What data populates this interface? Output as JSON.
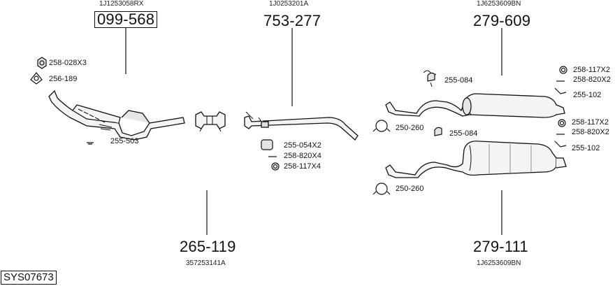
{
  "system_code": "SYS07673",
  "parts": [
    {
      "oem": "1J1253058RX",
      "number": "099-568"
    },
    {
      "oem": "1J0253201A",
      "number": "753-277"
    },
    {
      "oem": "1J6253609BN",
      "number": "279-609"
    },
    {
      "oem": "357253141A",
      "number": "265-119"
    },
    {
      "oem": "1J6253609BN",
      "number": "279-111"
    }
  ],
  "fittings": {
    "nut": "258-028X3",
    "gasket_front": "256-189",
    "bracket_cat": "255-503",
    "hanger_mid": "255-054X2",
    "bolt_mid": "258-820X4",
    "ring_mid": "258-117X4",
    "hanger_rear_top": "255-084",
    "clamp_rear_top": "250-260",
    "ring_rear_top": "258-117X2",
    "bolt_rear_top": "258-820X2",
    "bracket_rear_top": "255-102",
    "hanger_rear_bottom": "255-084",
    "clamp_rear_bottom": "250-260",
    "ring_rear_bottom": "258-117X2",
    "bolt_rear_bottom": "258-820X2",
    "bracket_rear_bottom": "255-102"
  }
}
